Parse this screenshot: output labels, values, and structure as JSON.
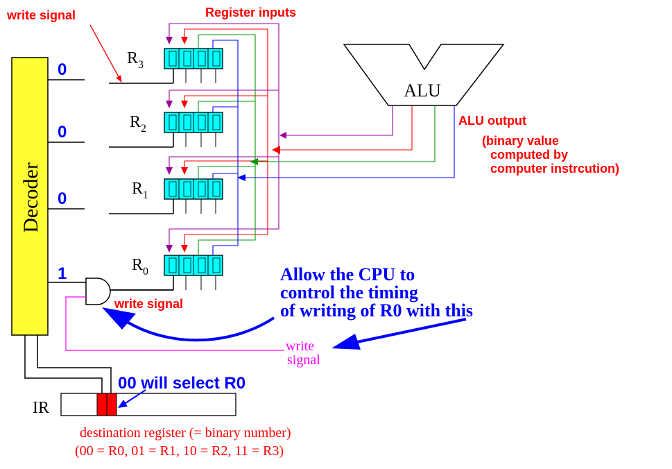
{
  "labels": {
    "write_signal_top": "write signal",
    "register_inputs": "Register inputs",
    "decoder": "Decoder",
    "alu": "ALU",
    "alu_output": "ALU output",
    "alu_note_1": "(binary value",
    "alu_note_2": "computed by",
    "alu_note_3": "computer instrcution)",
    "decoder_outputs": [
      "0",
      "0",
      "0",
      "1"
    ],
    "register_prefix": "R",
    "register_subscripts": [
      "3",
      "2",
      "1",
      "0"
    ],
    "write_signal_gate": "write signal",
    "cpu_note_1": "Allow the CPU to",
    "cpu_note_2": "control the timing",
    "cpu_note_3": "of writing of R0 with this",
    "write_small_1": "write",
    "write_small_2": "signal",
    "select_note": "00 will select R0",
    "ir": "IR",
    "dest_1": "destination register (= binary number)",
    "dest_2": "(00 = R0, 01 = R1, 10 = R2, 11 = R3)"
  },
  "colors": {
    "decoder_fill": "#ffff33",
    "register_fill": "#00ffff",
    "ir_bits": "#ff0000",
    "red_text": "#ff0000",
    "blue_text": "#0000ff",
    "magenta": "#ff00ff",
    "purple_wire": "#990099",
    "green_wire": "#009900"
  }
}
